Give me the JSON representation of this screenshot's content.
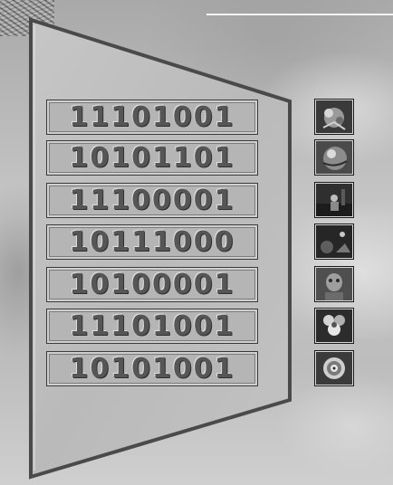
{
  "binary_rows": [
    {
      "code": "11101001"
    },
    {
      "code": "10101101"
    },
    {
      "code": "11100001"
    },
    {
      "code": "10111000"
    },
    {
      "code": "10100001"
    },
    {
      "code": "11101001"
    },
    {
      "code": "10101001"
    }
  ],
  "thumbnails": [
    {
      "icon": "creature-icon"
    },
    {
      "icon": "sphere-icon"
    },
    {
      "icon": "figure-icon"
    },
    {
      "icon": "dark-scene-icon"
    },
    {
      "icon": "portrait-icon"
    },
    {
      "icon": "flower-icon"
    },
    {
      "icon": "gear-icon"
    }
  ],
  "colors": {
    "panel_fill": "#bcbcbc",
    "panel_border": "#4a4a4a",
    "row_fill": "#b5b5b5",
    "digit_color": "#565656"
  }
}
